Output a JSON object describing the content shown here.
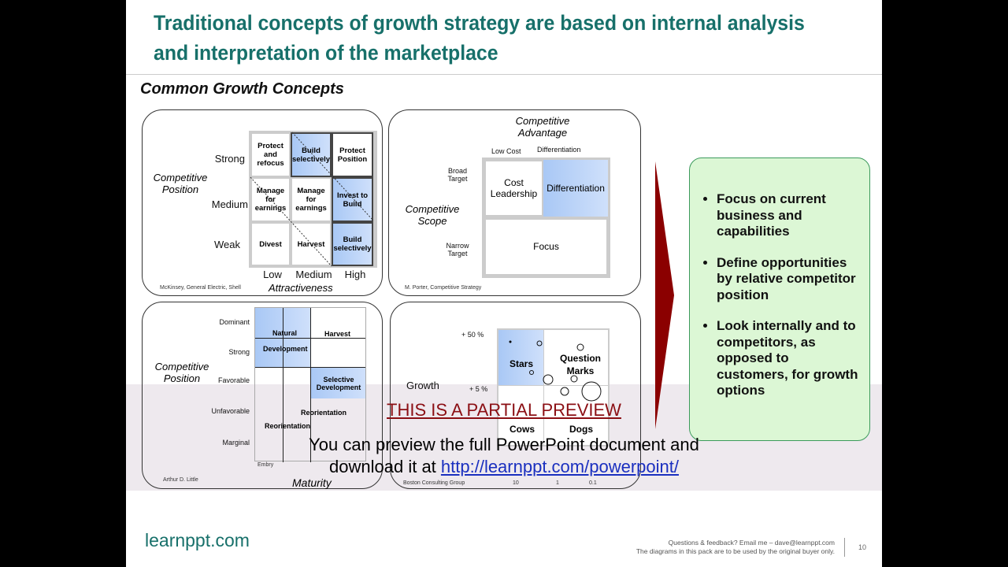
{
  "title": "Traditional concepts of growth strategy are based on internal analysis and interpretation of the marketplace",
  "subtitle": "Common Growth Concepts",
  "ge_matrix": {
    "y_axis": "Competitive Position",
    "x_axis": "Attractiveness",
    "rows": [
      "Strong",
      "Medium",
      "Weak"
    ],
    "cols": [
      "Low",
      "Medium",
      "High"
    ],
    "cells": [
      "Protect and refocus",
      "Build selectively",
      "Protect Position",
      "Manage for earnings",
      "Manage for earnings",
      "Invest to Build",
      "Divest",
      "Harvest",
      "Build selectively"
    ],
    "source": "McKinsey, General Electric, Shell"
  },
  "porter": {
    "x_axis": "Competitive Advantage",
    "y_axis": "Competitive Scope",
    "cols": [
      "Low Cost",
      "Differentiation"
    ],
    "rows": [
      "Broad Target",
      "Narrow Target"
    ],
    "cells": [
      "Cost Leadership",
      "Differentiation",
      "Focus"
    ],
    "source": "M. Porter, Competitive Strategy"
  },
  "adl": {
    "y_axis": "Competitive Position",
    "x_axis": "Maturity",
    "rows": [
      "Dominant",
      "Strong",
      "Favorable",
      "Unfavorable",
      "Marginal"
    ],
    "cells": [
      "Natural Development",
      "Harvest",
      "Selective Development",
      "Reorientation",
      "Reorientation"
    ],
    "x_first": "Embry",
    "source": "Arthur D. Little"
  },
  "bcg": {
    "y_axis": "Growth",
    "y_ticks": [
      "+ 50 %",
      "+ 5 %"
    ],
    "x_ticks": [
      "10",
      "1",
      "0.1"
    ],
    "cells": [
      "Stars",
      "Question Marks",
      "Cows",
      "Dogs"
    ],
    "source": "Boston Consulting Group"
  },
  "bullets": [
    "Focus on current business and capabilities",
    "Define opportunities by relative competitor position",
    "Look internally and to competitors, as opposed to customers, for growth options"
  ],
  "overlay": {
    "heading": "THIS IS A PARTIAL PREVIEW",
    "line1": "You can preview the full PowerPoint document and",
    "line2_prefix": "download it at ",
    "link": "http://learnppt.com/powerpoint/"
  },
  "footer": {
    "logo": "learnppt.com",
    "line1": "Questions & feedback?  Email me – dave@learnppt.com",
    "line2": "The diagrams in this pack are to be used by the original buyer only.",
    "page": "10"
  },
  "colors": {
    "title": "#17706a",
    "highlight": "#a9c8f5",
    "arrow": "#8b0000",
    "box": "#dcf7d5"
  }
}
